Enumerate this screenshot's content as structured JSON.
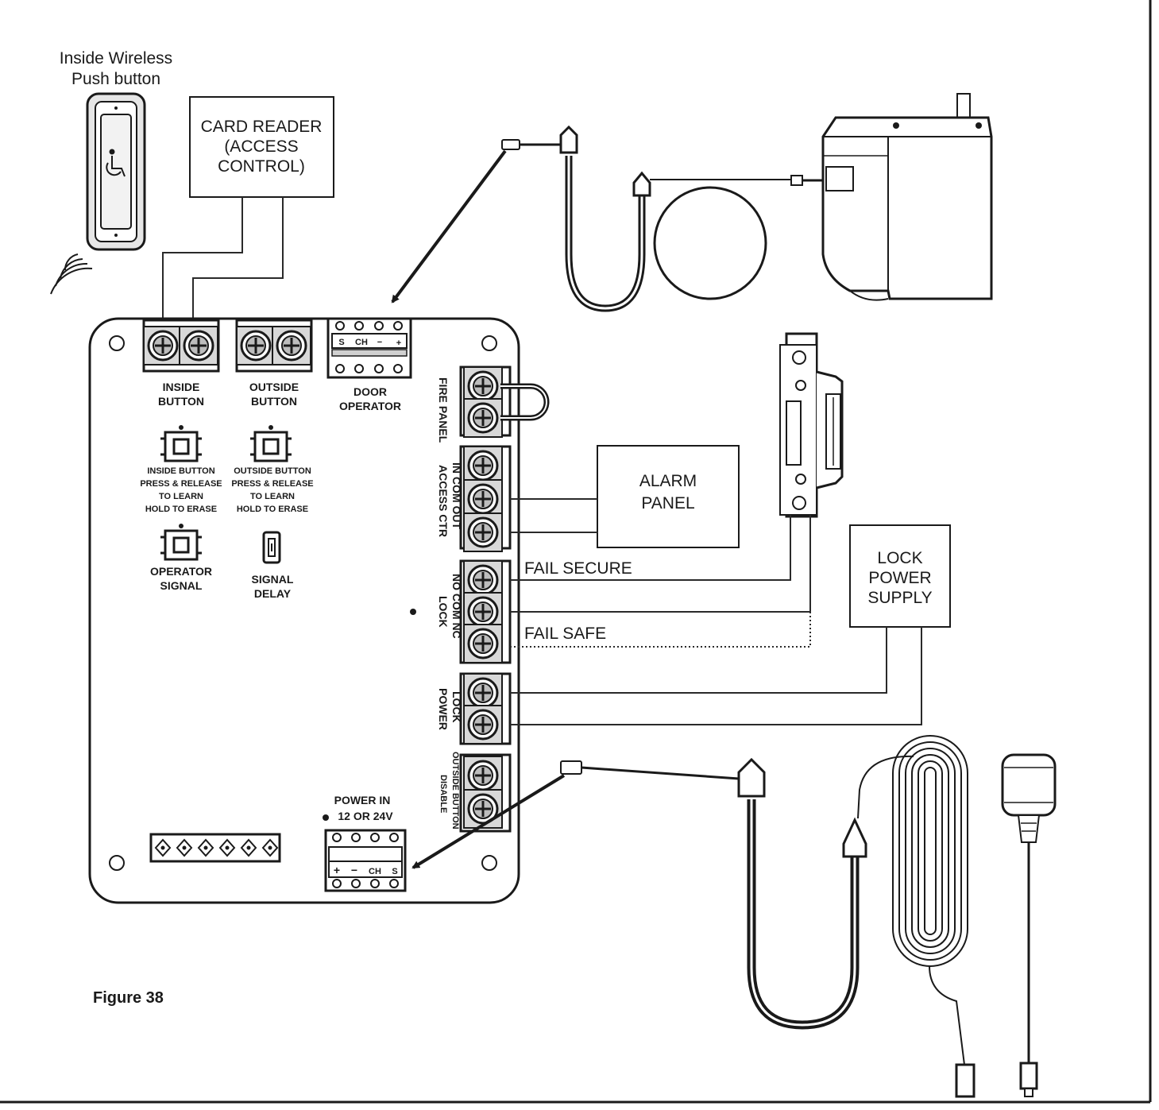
{
  "figure_label": "Figure 38",
  "wireless_button": {
    "line1": "Inside Wireless",
    "line2": "Push button"
  },
  "card_reader": {
    "line1": "CARD READER",
    "line2": "(ACCESS",
    "line3": "CONTROL)"
  },
  "alarm_panel": {
    "line1": "ALARM",
    "line2": "PANEL"
  },
  "lock_power_supply": {
    "line1": "LOCK",
    "line2": "POWER",
    "line3": "SUPPLY"
  },
  "wire_labels": {
    "fail_secure": "FAIL SECURE",
    "fail_safe": "FAIL SAFE"
  },
  "board": {
    "inside_button": {
      "line1": "INSIDE",
      "line2": "BUTTON"
    },
    "outside_button": {
      "line1": "OUTSIDE",
      "line2": "BUTTON"
    },
    "door_operator": {
      "line1": "DOOR",
      "line2": "OPERATOR",
      "pins": [
        "S",
        "CH",
        "−",
        "+"
      ]
    },
    "learn_inside": [
      "INSIDE BUTTON",
      "PRESS & RELEASE",
      "TO LEARN",
      "HOLD TO ERASE"
    ],
    "learn_outside": [
      "OUTSIDE BUTTON",
      "PRESS & RELEASE",
      "TO LEARN",
      "HOLD TO ERASE"
    ],
    "operator_signal": {
      "line1": "OPERATOR",
      "line2": "SIGNAL"
    },
    "signal_delay": {
      "line1": "SIGNAL",
      "line2": "DELAY"
    },
    "power_in": {
      "line1": "POWER IN",
      "line2": "12 OR 24V",
      "pins": [
        "+",
        "−",
        "CH",
        "S"
      ]
    },
    "fire_panel": "FIRE PANEL",
    "access_ctr": {
      "pins": "IN  COM  OUT",
      "name": "ACCESS CTR"
    },
    "lock": {
      "pins": "NO  COM  NC",
      "name": "LOCK"
    },
    "lock_power": {
      "line1": "LOCK",
      "line2": "POWER"
    },
    "outside_disable": {
      "line1": "OUTSIDE BUTTON",
      "line2": "DISABLE"
    }
  }
}
